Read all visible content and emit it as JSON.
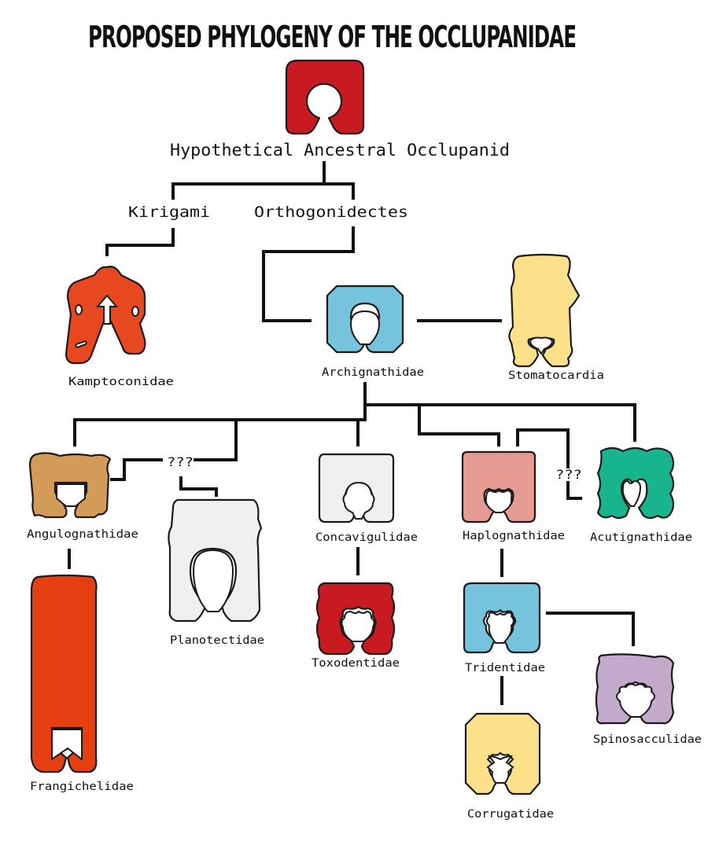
{
  "title": "PROPOSED PHYLOGENY OF THE OCCLUPANIDAE",
  "root": {
    "label": "Hypothetical Ancestral Occlupanid",
    "color": "#C91A22"
  },
  "branches": {
    "kirigami": "Kirigami",
    "orthogonidectes": "Orthogonidectes"
  },
  "uncertain_marks": [
    "???",
    "???"
  ],
  "taxa": {
    "kamptoconidae": {
      "label": "Kamptoconidae",
      "color": "#E8481F"
    },
    "archignathidae": {
      "label": "Archignathidae",
      "color": "#76C3DD"
    },
    "stomatocardia": {
      "label": "Stomatocardia",
      "color": "#FDE08A"
    },
    "angulognathidae": {
      "label": "Angulognathidae",
      "color": "#D49B58"
    },
    "planotectidae": {
      "label": "Planotectidae",
      "color": "#F0F0F0"
    },
    "concavigulidae": {
      "label": "Concavigulidae",
      "color": "#F0F0F0"
    },
    "haplognathidae": {
      "label": "Haplognathidae",
      "color": "#E59A92"
    },
    "acutignathidae": {
      "label": "Acutignathidae",
      "color": "#17B48E"
    },
    "frangichelidae": {
      "label": "Frangichelidae",
      "color": "#E63F12"
    },
    "toxodentidae": {
      "label": "Toxodentidae",
      "color": "#C91A22"
    },
    "tridentidae": {
      "label": "Tridentidae",
      "color": "#76C3DD"
    },
    "spinosacculidae": {
      "label": "Spinosacculidae",
      "color": "#C3AACB"
    },
    "corrugatidae": {
      "label": "Corrugatidae",
      "color": "#FDE08A"
    }
  }
}
